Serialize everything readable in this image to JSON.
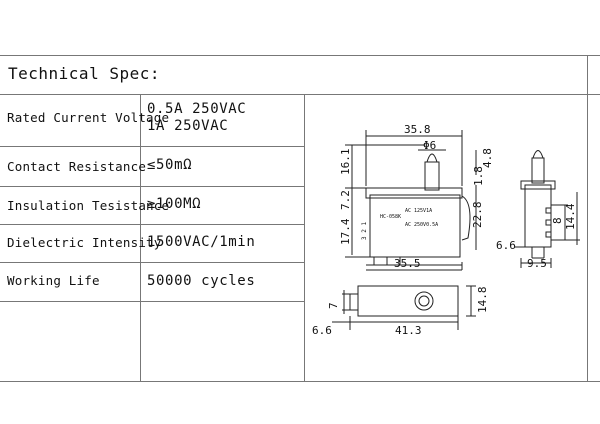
{
  "title": "Technical Spec:",
  "specs": [
    {
      "label": "Rated Current Voltage",
      "value_line1": "0.5A 250VAC",
      "value_line2": "1A 250VAC"
    },
    {
      "label": "Contact Resistance",
      "value": "≤50mΩ"
    },
    {
      "label": "Insulation Tesistance",
      "value": "≥100MΩ"
    },
    {
      "label": "Dielectric Intensity",
      "value": "1500VAC/1min"
    },
    {
      "label": "Working Life",
      "value": "50000 cycles"
    }
  ],
  "drawing": {
    "dims": {
      "d358": "35.8",
      "phi6": "Φ6",
      "d161": "16.1",
      "d48": "4.8",
      "d18": "1.8",
      "d72": "7.2",
      "d174": "17.4",
      "d228": "22.8",
      "d355": "35.5",
      "d8": "8",
      "d144": "14.4",
      "d66a": "6.6",
      "d95": "9.5",
      "d7": "7",
      "d148": "14.8",
      "d66b": "6.6",
      "d413": "41.3"
    },
    "body_text": {
      "model": "HC-058K",
      "rating1": "AC 125V1A",
      "rating2": "AC 250V0.5A",
      "pins": "3 2 1"
    }
  }
}
